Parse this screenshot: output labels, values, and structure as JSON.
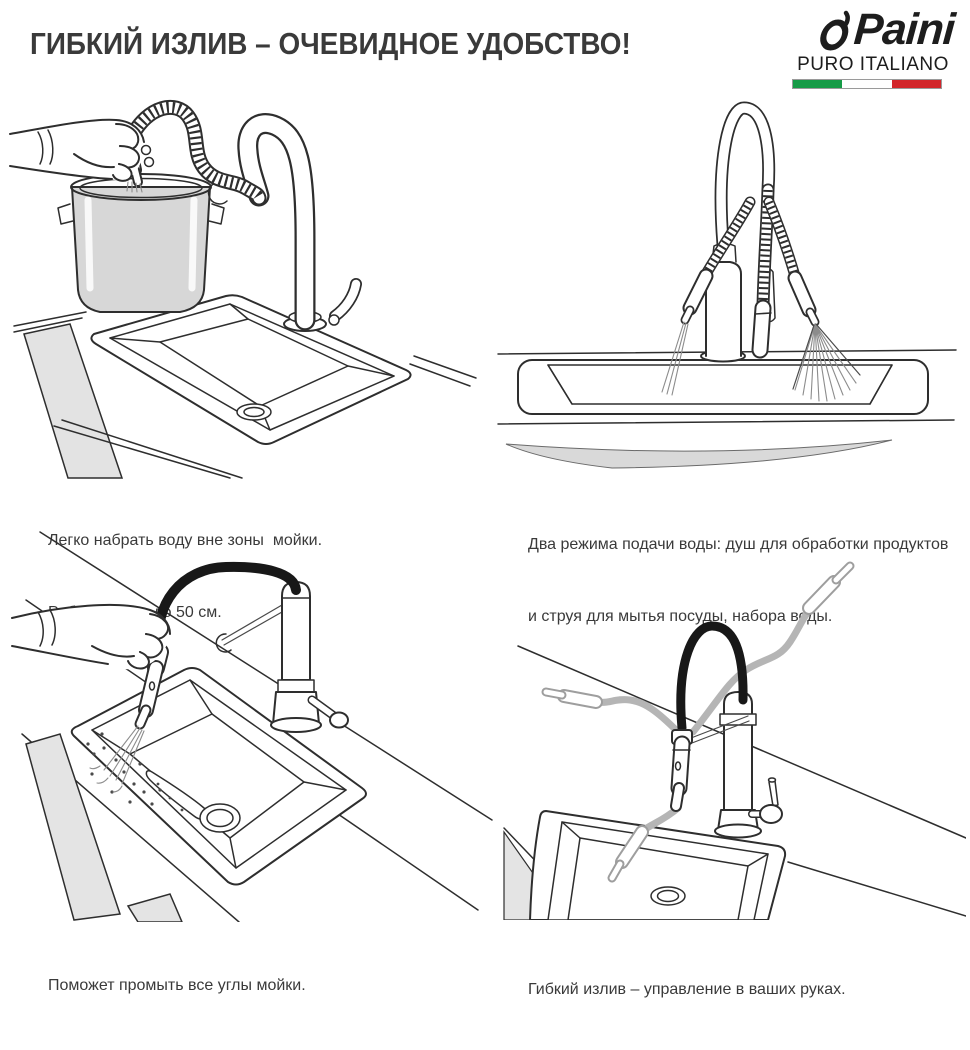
{
  "header": {
    "title": "ГИБКИЙ ИЗЛИВ – ОЧЕВИДНОЕ УДОБСТВО!"
  },
  "logo": {
    "brand": "Paini",
    "tagline": "PURO ITALIANO",
    "flag_colors": [
      "#169b47",
      "#ffffff",
      "#d2262b"
    ]
  },
  "panels": [
    {
      "id": "fill-pot",
      "illustration": "hand-filling-pot-outside-sink",
      "caption_lines": [
        "Легко набрать воду вне зоны  мойки.",
        "Рабочая зона до 50 см."
      ]
    },
    {
      "id": "two-modes",
      "illustration": "two-spray-modes-over-sink",
      "caption_lines": [
        "Два режима подачи воды: душ для обработки продуктов",
        "и струя для мытья посуды, набора воды."
      ]
    },
    {
      "id": "rinse-corners",
      "illustration": "hand-rinsing-sink-corners",
      "caption_lines": [
        "Поможет промыть все углы мойки."
      ]
    },
    {
      "id": "flexible-control",
      "illustration": "flexible-spout-positions",
      "caption_lines": [
        "Гибкий излив – управление в ваших руках."
      ]
    }
  ],
  "colors": {
    "ink": "#3a3a3a",
    "line_art": "#2e2e2e",
    "fill_gray": "#d9d9d9"
  }
}
